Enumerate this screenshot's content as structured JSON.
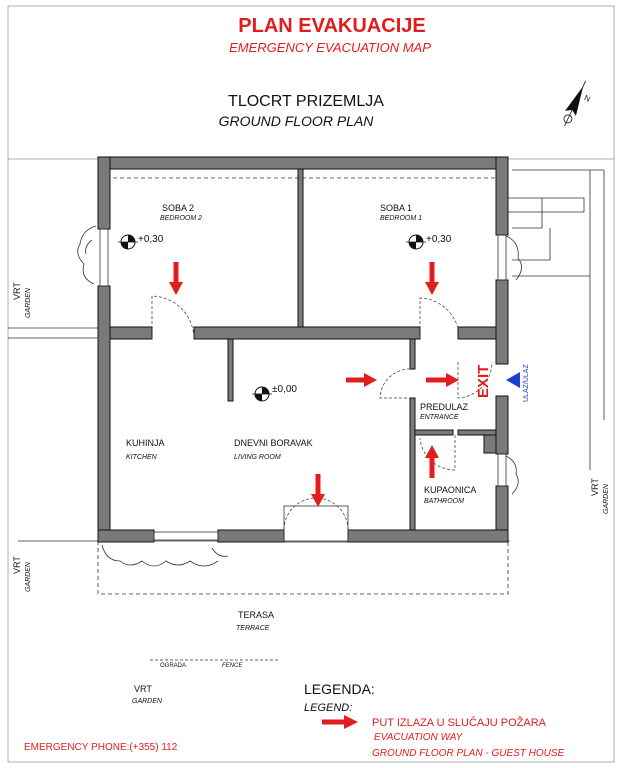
{
  "header": {
    "title": "PLAN EVAKUACIJE",
    "subtitle": "EMERGENCY  EVACUATION MAP",
    "plan_title": "TLOCRT  PRIZEMLJA",
    "plan_subtitle": "GROUND FLOOR PLAN"
  },
  "rooms": {
    "soba2": {
      "name": "SOBA 2",
      "en": "BEDROOM 2",
      "level": "+0,30"
    },
    "soba1": {
      "name": "SOBA 1",
      "en": "BEDROOM 1",
      "level": "+0,30"
    },
    "kuhinja": {
      "name": "KUHINJA",
      "en": "KITCHEN"
    },
    "boravak": {
      "name": "DNEVNI BORAVAK",
      "en": "LIVING ROOM",
      "level": "±0,00"
    },
    "predulaz": {
      "name": "PREDULAZ",
      "en": "ENTRANCE"
    },
    "kupaonica": {
      "name": "KUPAONICA",
      "en": "BATHROOM"
    },
    "terasa": {
      "name": "TERASA",
      "en": "TERRACE"
    }
  },
  "exterior": {
    "vrt": "VRT",
    "garden": "GARDEN",
    "ograda": "OGRADA",
    "fence": "FENCE",
    "exit": "EXIT",
    "ulaz": "ULAZ/ULAZ"
  },
  "legend": {
    "title": "LEGENDA:",
    "subtitle": "LEGEND:",
    "evac_label": "PUT  IZLAZA U SLUČAJU POŽARA",
    "evac_en": "EVACUATION WAY",
    "footer": "GROUND FLOOR PLAN - GUEST HOUSE"
  },
  "emergency": "EMERGENCY PHONE:(+355) 112",
  "colors": {
    "accent": "#e31d1d",
    "wall": "#7a7a7a",
    "entrance": "#1e3fd6"
  }
}
